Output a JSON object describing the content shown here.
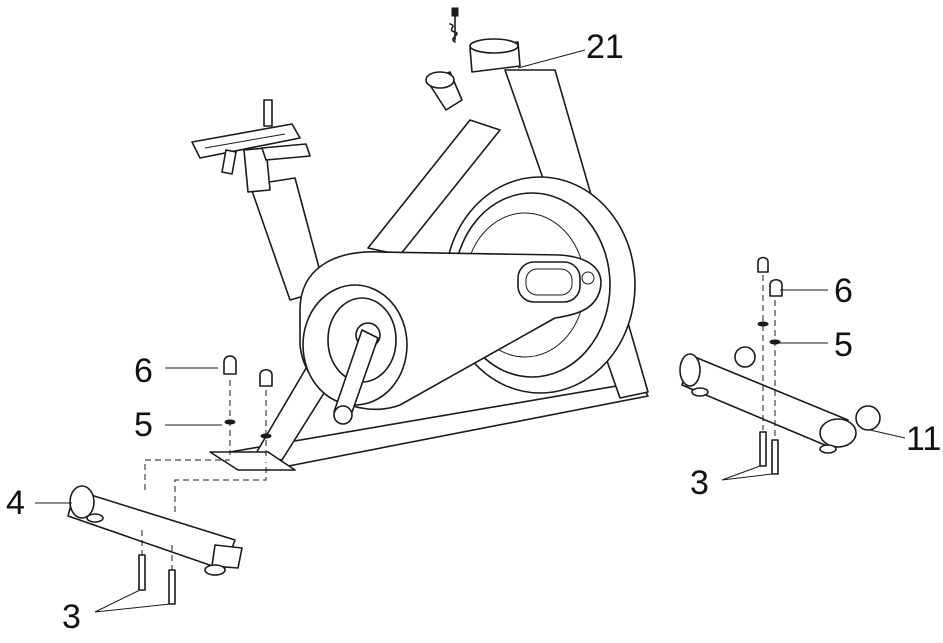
{
  "callouts": {
    "part_21": "21",
    "part_6_right": "6",
    "part_5_right": "5",
    "part_11": "11",
    "part_3_right": "3",
    "part_6_left": "6",
    "part_5_left": "5",
    "part_4": "4",
    "part_3_left": "3"
  },
  "colors": {
    "line": "#1a1a1a",
    "background": "#ffffff"
  }
}
